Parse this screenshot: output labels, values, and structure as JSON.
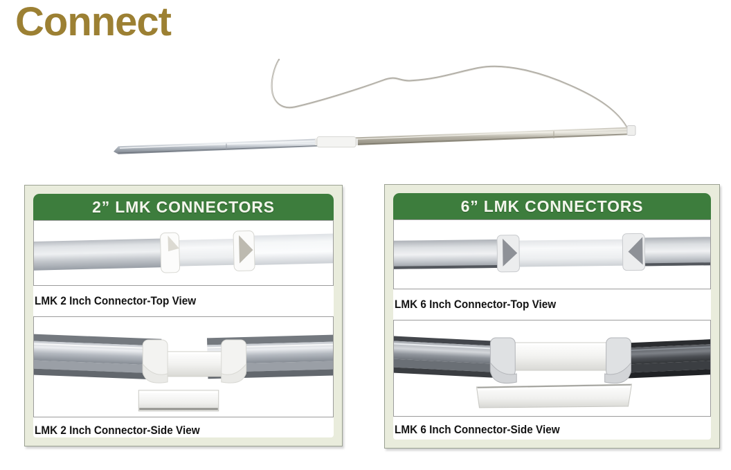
{
  "page": {
    "title": "Connect"
  },
  "hero": {
    "image_label": "lmk-light-bar-with-power-cable"
  },
  "panels": [
    {
      "header": "2” LMK CONNECTORS",
      "sections": [
        {
          "caption": "LMK 2 Inch Connector-Top View",
          "image": "lmk-2-inch-connector-top-view"
        },
        {
          "caption": "LMK 2 Inch Connector-Side View",
          "image": "lmk-2-inch-connector-side-view"
        }
      ]
    },
    {
      "header": "6” LMK CONNECTORS",
      "sections": [
        {
          "caption": "LMK 6 Inch Connector-Top View",
          "image": "lmk-6-inch-connector-top-view"
        },
        {
          "caption": "LMK 6 Inch Connector-Side View",
          "image": "lmk-6-inch-connector-side-view"
        }
      ]
    }
  ],
  "colors": {
    "title_gold": "#9c8033",
    "header_green": "#3d7d3d",
    "panel_cream": "#e9ecdc",
    "caption_black": "#141414"
  }
}
